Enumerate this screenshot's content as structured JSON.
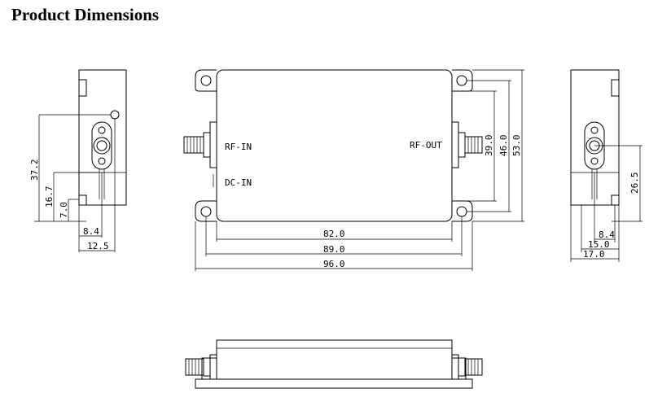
{
  "title": "Product Dimensions",
  "labels": {
    "rf_in": "RF-IN",
    "rf_out": "RF-OUT",
    "dc_in": "DC-IN"
  },
  "dims": {
    "left_37_2": "37.2",
    "left_16_7": "16.7",
    "left_7_0": "7.0",
    "left_8_4": "8.4",
    "left_12_5": "12.5",
    "top_82_0": "82.0",
    "top_89_0": "89.0",
    "top_96_0": "96.0",
    "top_39_0": "39.0",
    "top_46_0": "46.0",
    "top_53_0": "53.0",
    "right_26_5": "26.5",
    "right_8_4": "8.4",
    "right_15_0": "15.0",
    "right_17_0": "17.0"
  }
}
